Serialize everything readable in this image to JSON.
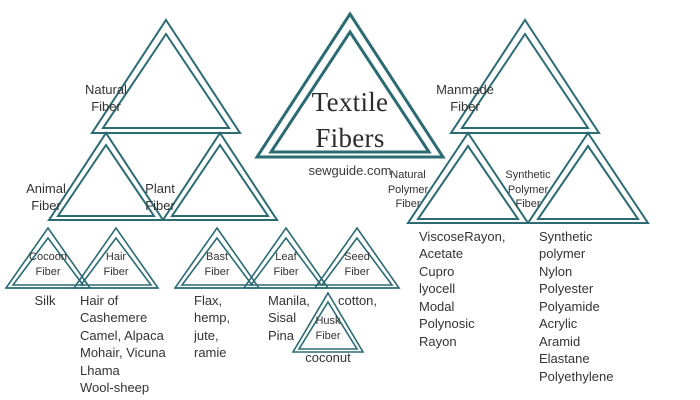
{
  "diagram": {
    "title_line1": "Textile",
    "title_line2": "Fibers",
    "brand": "sewguide.com",
    "accent_color": "#2c6b72",
    "text_color": "#333333"
  },
  "nodes": {
    "natural_fiber": "Natural\nFiber",
    "manmade_fiber": "Manmade\nFiber",
    "animal_fiber": "Animal\nFiber",
    "plant_fiber": "Plant\nFiber",
    "natural_polymer_fiber": "Natural\nPolymer\nFiber",
    "synthetic_polymer_fiber": "Synthetic\nPolymer\nFiber",
    "cocoon_fiber": "Cocoon\nFiber",
    "hair_fiber": "Hair\nFiber",
    "bast_fiber": "Bast\nFiber",
    "leaf_fiber": "Leaf\nFiber",
    "seed_fiber": "Seed\nFiber",
    "husk_fiber": "Husk\nFiber"
  },
  "leaves": {
    "cocoon_examples": "Silk",
    "hair_examples": "Hair of\nCashemere\nCamel, Alpaca\nMohair, Vicuna\nLhama\nWool-sheep",
    "bast_examples": "Flax,\nhemp,\njute,\nramie",
    "leaf_examples": "Manila,\nSisal\nPina",
    "seed_examples": "cotton,",
    "husk_examples": "coconut",
    "natural_polymer_examples": "ViscoseRayon,\nAcetate\nCupro\nlyocell\nModal\nPolynosic\nRayon",
    "synthetic_polymer_examples": "Synthetic\npolymer\nNylon\nPolyester\nPolyamide\nAcrylic\nAramid\nElastane\nPolyethylene"
  }
}
